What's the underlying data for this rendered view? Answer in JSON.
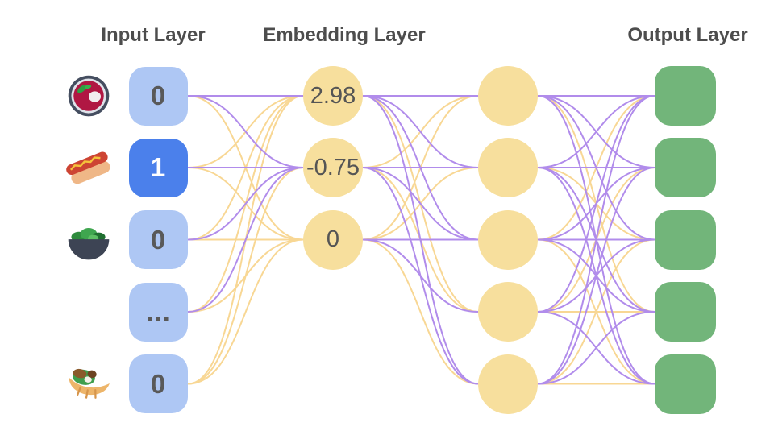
{
  "titles": {
    "input": "Input Layer",
    "embedding": "Embedding Layer",
    "output": "Output Layer"
  },
  "input_layer": {
    "nodes": [
      {
        "icon": "soup-bowl",
        "value": "0",
        "active": false
      },
      {
        "icon": "hot-dog",
        "value": "1",
        "active": true
      },
      {
        "icon": "salad-bowl",
        "value": "0",
        "active": false
      },
      {
        "icon": null,
        "value": "...",
        "active": false
      },
      {
        "icon": "pita",
        "value": "0",
        "active": false
      }
    ]
  },
  "embedding_layer": {
    "nodes": [
      {
        "value": "2.98"
      },
      {
        "value": "-0.75"
      },
      {
        "value": "0"
      }
    ]
  },
  "hidden_layer": {
    "nodes": [
      {},
      {},
      {},
      {},
      {}
    ]
  },
  "output_layer": {
    "nodes": [
      {},
      {},
      {},
      {},
      {}
    ]
  },
  "colors": {
    "purple": "#b18ceb",
    "yellow": "#f8d794",
    "input_node": "#aec7f4",
    "input_node_active": "#4b80eb",
    "embedding_node": "#f7df9d",
    "output_node": "#72b57a",
    "value_text": "#595959",
    "embedding_text": "#555555",
    "active_text": "#ffffff",
    "title_text": "#4d4d4d"
  },
  "connections": {
    "input_to_embedding": [
      [
        "purple",
        "purple",
        "yellow"
      ],
      [
        "yellow",
        "purple",
        "yellow"
      ],
      [
        "yellow",
        "purple",
        "yellow"
      ],
      [
        "yellow",
        "purple",
        "yellow"
      ],
      [
        "yellow",
        "yellow",
        "yellow"
      ]
    ],
    "embedding_to_hidden": [
      [
        "purple",
        "purple",
        "purple",
        "yellow",
        "purple"
      ],
      [
        "yellow",
        "purple",
        "purple",
        "yellow",
        "purple"
      ],
      [
        "yellow",
        "yellow",
        "purple",
        "purple",
        "yellow"
      ]
    ],
    "hidden_to_output": [
      [
        "purple",
        "purple",
        "purple",
        "yellow",
        "purple"
      ],
      [
        "purple",
        "purple",
        "yellow",
        "purple",
        "purple"
      ],
      [
        "yellow",
        "purple",
        "purple",
        "purple",
        "yellow"
      ],
      [
        "purple",
        "yellow",
        "purple",
        "yellow",
        "purple"
      ],
      [
        "purple",
        "purple",
        "yellow",
        "purple",
        "yellow"
      ]
    ]
  }
}
